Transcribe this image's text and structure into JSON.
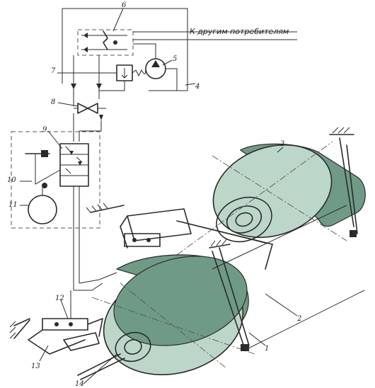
{
  "caption": "К другим потребителям",
  "labels": {
    "l1": "1",
    "l2": "2",
    "l3": "3",
    "l4": "4",
    "l5": "5",
    "l6": "6",
    "l7": "7",
    "l8": "8",
    "l9": "9",
    "l10": "10",
    "l11": "11",
    "l12": "12",
    "l13": "13",
    "l14": "14"
  }
}
